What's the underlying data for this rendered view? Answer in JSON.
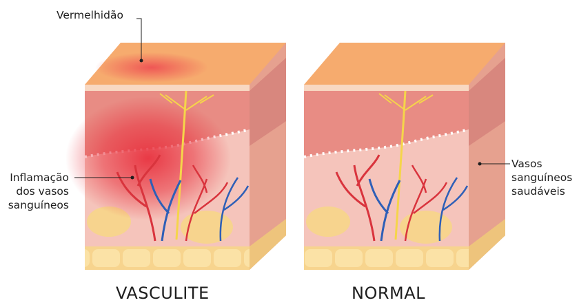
{
  "diagram": {
    "panels": [
      {
        "id": "vasculite",
        "title": "VASCULITE"
      },
      {
        "id": "normal",
        "title": "NORMAL"
      }
    ],
    "callouts": {
      "redness": [
        "Vermelhidão"
      ],
      "inflammation": [
        "Inflamação",
        "dos vasos",
        "sanguíneos"
      ],
      "healthy_vessels": [
        "Vasos",
        "sanguíneos",
        "saudáveis"
      ]
    },
    "colors": {
      "epidermis_top": "#f6ab6e",
      "epidermis_front": "#e88c84",
      "dermis": "#f5c4bb",
      "fat": "#f7d48e",
      "inflammation": "#e8323f",
      "artery": "#d9343d",
      "vein": "#2e5fb7",
      "nerve": "#f5d54a"
    }
  }
}
